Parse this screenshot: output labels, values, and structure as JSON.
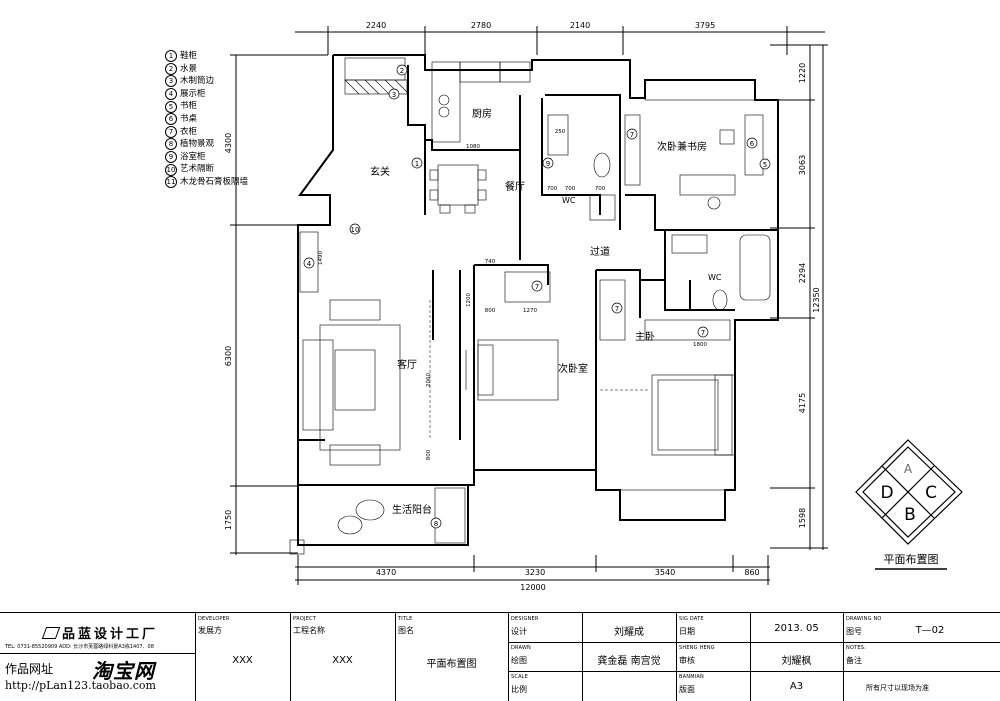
{
  "legend": [
    {
      "n": "1",
      "label": "鞋柜"
    },
    {
      "n": "2",
      "label": "水景"
    },
    {
      "n": "3",
      "label": "木制筒边"
    },
    {
      "n": "4",
      "label": "展示柜"
    },
    {
      "n": "5",
      "label": "书柜"
    },
    {
      "n": "6",
      "label": "书桌"
    },
    {
      "n": "7",
      "label": "衣柜"
    },
    {
      "n": "8",
      "label": "植物景观"
    },
    {
      "n": "9",
      "label": "浴室柜"
    },
    {
      "n": "10",
      "label": "艺术隔断"
    },
    {
      "n": "11",
      "label": "木龙骨石膏板隔墙"
    }
  ],
  "dims": {
    "top": [
      "2240",
      "2780",
      "2140",
      "3795"
    ],
    "bottom": [
      "4370",
      "3230",
      "3540",
      "860"
    ],
    "bottom_total": "12000",
    "left": [
      "4300",
      "6300",
      "1750"
    ],
    "right": [
      "1220",
      "3063",
      "2294",
      "4175",
      "1598"
    ],
    "right_total": "12350"
  },
  "inner_dims": [
    "1080",
    "700",
    "700",
    "700",
    "250",
    "740",
    "1200",
    "1270",
    "800",
    "1800",
    "1490",
    "2060",
    "800"
  ],
  "rooms": {
    "kitchen": "厨房",
    "dining": "餐厅",
    "foyer": "玄关",
    "study": "次卧兼书房",
    "wc1": "WC",
    "wc2": "WC",
    "corridor": "过道",
    "living": "客厅",
    "bedroom2": "次卧室",
    "master": "主卧",
    "balcony": "生活阳台"
  },
  "compass": {
    "d": "D",
    "a": "A",
    "c": "C",
    "b": "B"
  },
  "drawing_title": "平面布置图",
  "title_block": {
    "company": "品蓝设计工厂",
    "company_addr": "TEL: 0731-85520909   ADD: 长沙市芙蓉路绿科景A3栋1407、08",
    "site_label": "作品网址",
    "taobao": "淘宝网",
    "url": "http://pLan123.taobao.com",
    "developer_en": "DEVELOPER",
    "developer_cn": "发展方",
    "developer_val": "XXX",
    "project_en": "PROJECT",
    "project_cn": "工程名称",
    "project_val": "XXX",
    "title_en": "TITLE",
    "title_cn": "图名",
    "title_val": "平面布置图",
    "design_en": "DESIGNER",
    "design_cn": "设计",
    "design_val": "刘耀成",
    "drawn_en": "DRAWN",
    "drawn_cn": "绘图",
    "drawn_val": "龚金磊  南宫觉",
    "scale_en": "SCALE",
    "scale_cn": "比例",
    "sigdate_en": "SIG DATE",
    "sigdate_cn": "日期",
    "sigdate_val": "2013. 05",
    "check_en": "SHENG HENG",
    "check_cn": "审核",
    "check_val": "刘耀枫",
    "banmian_en": "BANMIAN",
    "banmian_cn": "版面",
    "banmian_val": "A3",
    "drawingno_en": "DRAWING   NO",
    "drawingno_cn": "图号",
    "drawingno_val": "T—02",
    "notes_en": "NOTES:",
    "notes_cn": "备注",
    "notes_val": "所有尺寸以现场为准"
  }
}
